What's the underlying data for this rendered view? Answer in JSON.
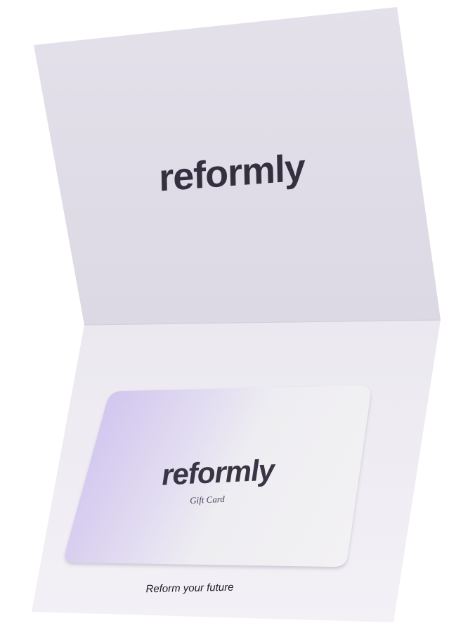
{
  "brand": {
    "wordmark": "reformly"
  },
  "gift_card": {
    "wordmark": "reformly",
    "subtitle": "Gift Card"
  },
  "folder": {
    "tagline": "Reform your future"
  },
  "colors": {
    "folder_top": "#e3e0ea",
    "folder_bottom": "#f1eff5",
    "card_lavender": "#d4c9f0",
    "card_white": "#f2f1f3",
    "ink": "#34303f"
  }
}
